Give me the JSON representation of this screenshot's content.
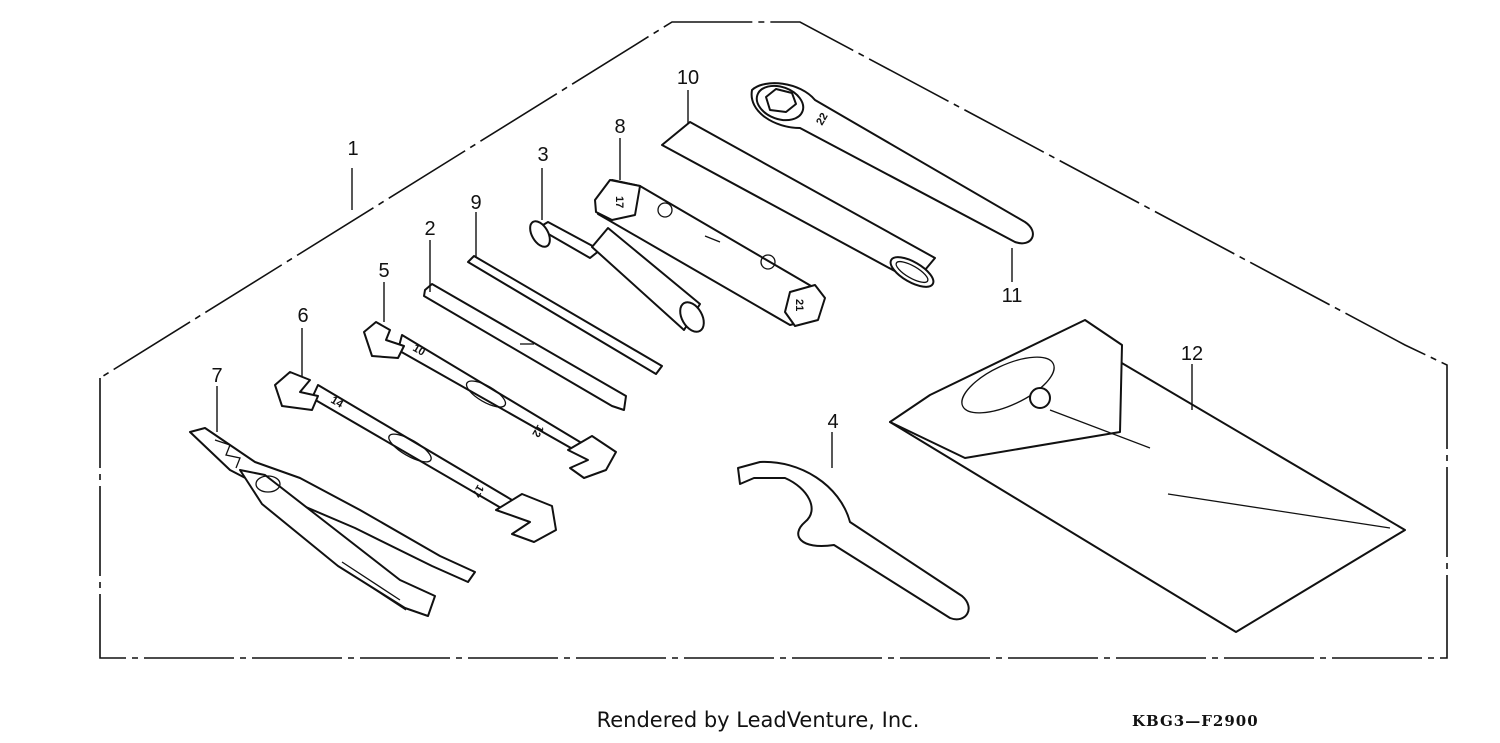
{
  "callouts": [
    {
      "id": "1",
      "label": "1"
    },
    {
      "id": "2",
      "label": "2"
    },
    {
      "id": "3",
      "label": "3"
    },
    {
      "id": "4",
      "label": "4"
    },
    {
      "id": "5",
      "label": "5"
    },
    {
      "id": "6",
      "label": "6"
    },
    {
      "id": "7",
      "label": "7"
    },
    {
      "id": "8",
      "label": "8"
    },
    {
      "id": "9",
      "label": "9"
    },
    {
      "id": "10",
      "label": "10"
    },
    {
      "id": "11",
      "label": "11"
    },
    {
      "id": "12",
      "label": "12"
    }
  ],
  "tool_markings": {
    "box_wrench": "22",
    "plug_wrench_end_a": "17",
    "plug_wrench_end_b": "21",
    "wrench_5_a": "10",
    "wrench_5_b": "12",
    "wrench_6_a": "14",
    "wrench_6_b": "17"
  },
  "footer": {
    "credit": "Rendered by LeadVenture, Inc.",
    "diagram_code": "KBG3—F2900"
  },
  "colors": {
    "ink": "#111111",
    "background": "#ffffff"
  }
}
